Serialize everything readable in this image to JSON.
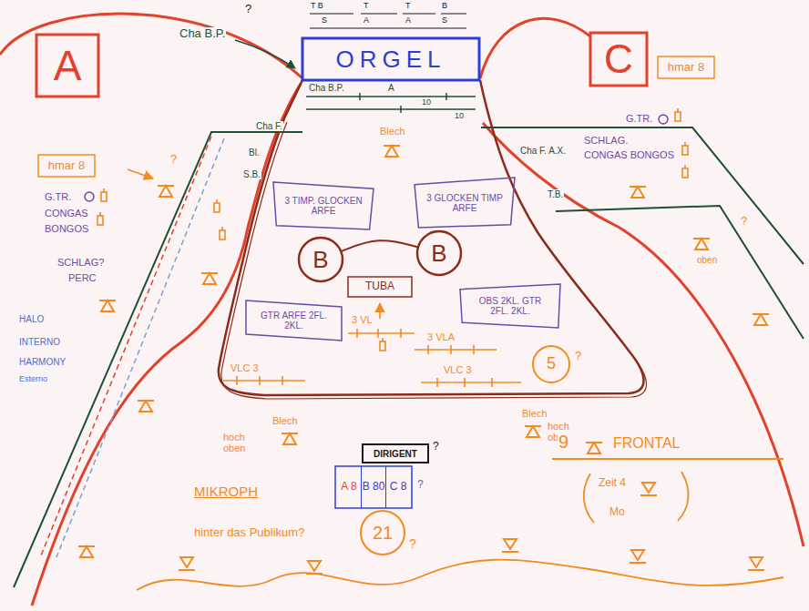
{
  "diagram": {
    "nodes": [
      {
        "text": [
          "A"
        ]
      },
      {
        "text": [
          "C"
        ]
      },
      {
        "text": [
          "ORGEL"
        ]
      },
      {
        "text": [
          "B"
        ]
      },
      {
        "text": [
          "B"
        ]
      },
      {
        "text": [
          "TUBA"
        ]
      },
      {
        "text": [
          "3 TIMP. GLOCKEN ARFE"
        ]
      },
      {
        "text": [
          "3 GLOCKEN TIMP ARFE"
        ]
      },
      {
        "text": [
          "GTR ARFE 2FL. 2KL."
        ]
      },
      {
        "text": [
          "OBS 2KL. GTR 2FL. 2KL."
        ]
      },
      {
        "text": [
          "hmar 8"
        ]
      },
      {
        "text": [
          "hmar 8"
        ]
      },
      {
        "text": [
          "DIRIGENT"
        ]
      },
      {
        "text": [
          "A 8",
          "B 80",
          "C 8"
        ]
      },
      {
        "text": [
          "21"
        ]
      },
      {
        "text": [
          "5"
        ]
      }
    ],
    "edges": [
      {
        "from": 3,
        "to": 4,
        "arrow": "none"
      }
    ],
    "labels": [
      "Cha B.P.",
      "?",
      "T B",
      "T",
      "T",
      "B",
      "S",
      "A",
      "A",
      "S",
      "Cha B.P.",
      "A",
      "10",
      "10",
      "Cha F.",
      "Bl.",
      "S.B.",
      "Cha F. A.X.",
      "T.B.",
      "Blech",
      "?",
      "G.TR.",
      "CONGAS",
      "BONGOS",
      "SCHLAG?",
      "PERC",
      "HALO",
      "INTERNO",
      "HARMONY",
      "Esterno",
      "G.TR.",
      "SCHLAG.",
      "CONGAS BONGOS",
      "3 VL",
      "3 VLA",
      "VLC 3",
      "VLC 3",
      "hoch oben",
      "Blech",
      "Blech",
      "hoch oben",
      "?",
      "?",
      "?",
      "?",
      "9",
      "FRONTAL",
      "MIKROPH",
      "hinter das Publikum?",
      "Zeit 4",
      "Mo",
      "oben",
      "?"
    ]
  }
}
